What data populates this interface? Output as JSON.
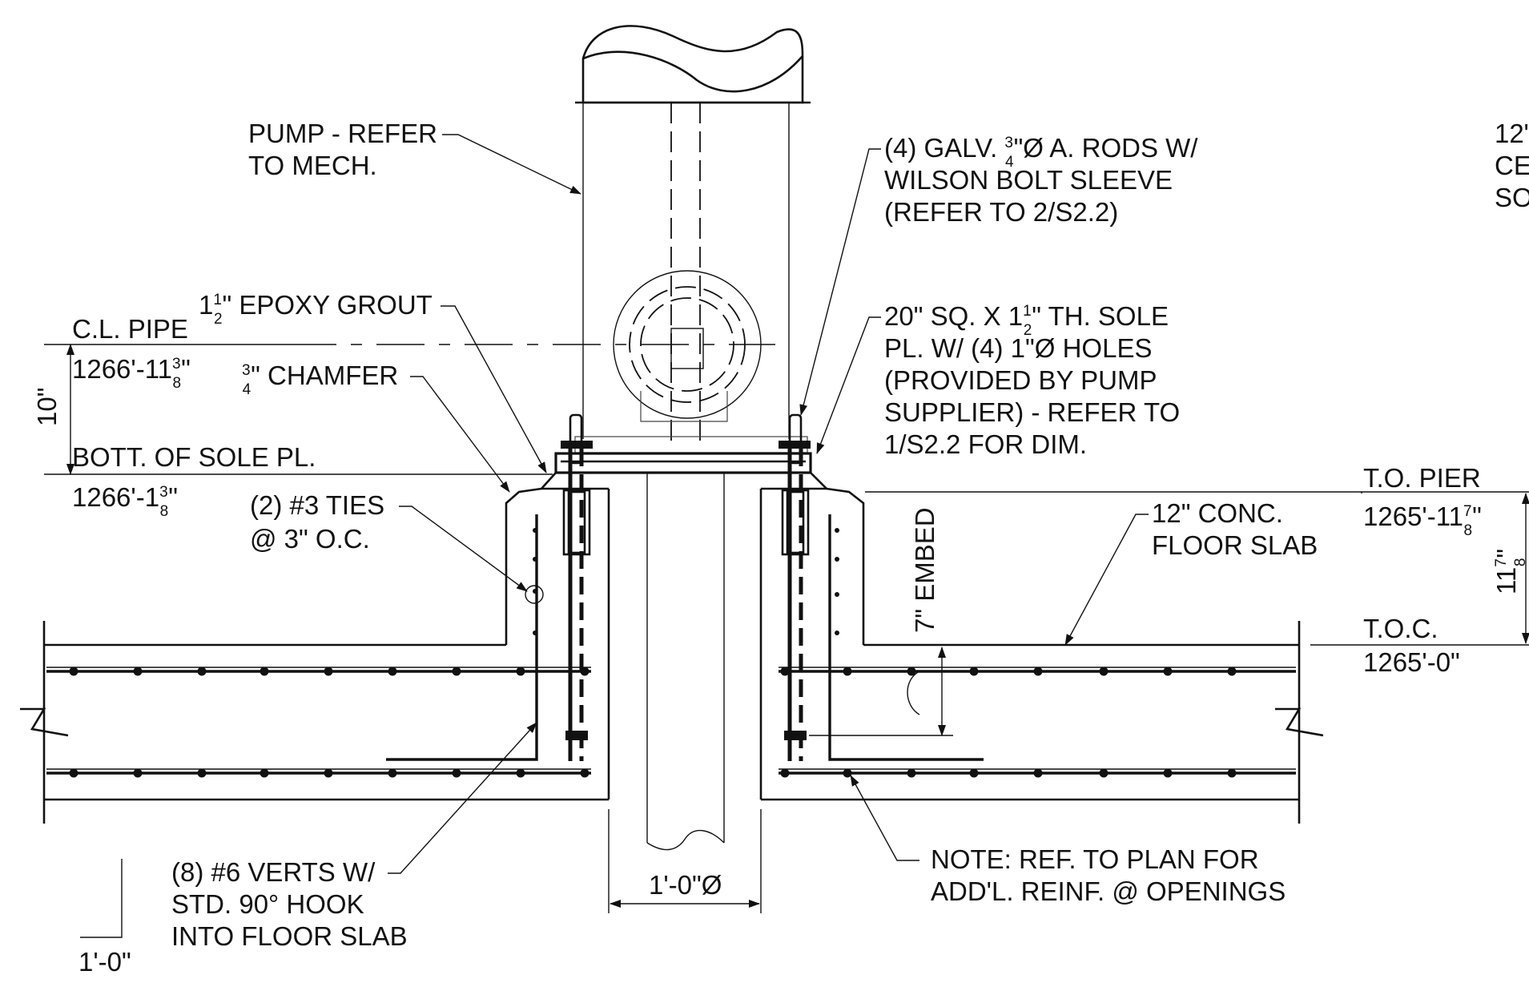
{
  "labels": {
    "pump_1": "PUMP - REFER",
    "pump_2": "TO MECH.",
    "rods_1a": "(4) GALV. ",
    "rods_1_num": "3",
    "rods_1_den": "4",
    "rods_1b": "\"Ø A. RODS W/",
    "rods_2": "WILSON BOLT SLEEVE",
    "rods_3": "(REFER TO 2/S2.2)",
    "grout_a": "1",
    "grout_num": "1",
    "grout_den": "2",
    "grout_b": "\" EPOXY GROUT",
    "sole_1a": "20\" SQ. X 1",
    "sole_1_num": "1",
    "sole_1_den": "2",
    "sole_1b": "\" TH. SOLE",
    "sole_2": "PL. W/ (4) 1\"Ø HOLES",
    "sole_3": "(PROVIDED BY PUMP",
    "sole_4": "SUPPLIER) - REFER TO",
    "sole_5": "1/S2.2 FOR DIM.",
    "cl_pipe": "C.L. PIPE",
    "cl_elev_a": "1266'-11",
    "cl_elev_num": "3",
    "cl_elev_den": "8",
    "cl_elev_b": "\"",
    "chamfer_num": "3",
    "chamfer_den": "4",
    "chamfer_b": "\" CHAMFER",
    "dim_10": "10\"",
    "bott_sole": "BOTT. OF SOLE PL.",
    "bott_elev_a": "1266'-1",
    "bott_elev_num": "3",
    "bott_elev_den": "8",
    "bott_elev_b": "\"",
    "ties_1": "(2) #3 TIES",
    "ties_2": "@ 3\" O.C.",
    "embed": "7\" EMBED",
    "slab_1": "12\" CONC.",
    "slab_2": "FLOOR SLAB",
    "to_pier": "T.O. PIER",
    "pier_elev_a": "1265'-11",
    "pier_elev_num": "7",
    "pier_elev_den": "8",
    "pier_elev_b": "\"",
    "dim_pier_a": "11",
    "dim_pier_num": "7",
    "dim_pier_den": "8",
    "dim_pier_b": "\"",
    "toc": "T.O.C.",
    "toc_elev": "1265'-0\"",
    "verts_1": "(8) #6 VERTS W/",
    "verts_2": "STD. 90° HOOK",
    "verts_3": "INTO FLOOR SLAB",
    "pipe_dia": "1'-0\"Ø",
    "note_1": "NOTE: REF. TO PLAN FOR",
    "note_2": "ADD'L. REINF. @ OPENINGS",
    "scale": "1'-0\"",
    "cut_1": "12\"",
    "cut_2": "CE",
    "cut_3": "SO"
  },
  "colors": {
    "ink": "#111111",
    "paper": "#ffffff"
  }
}
